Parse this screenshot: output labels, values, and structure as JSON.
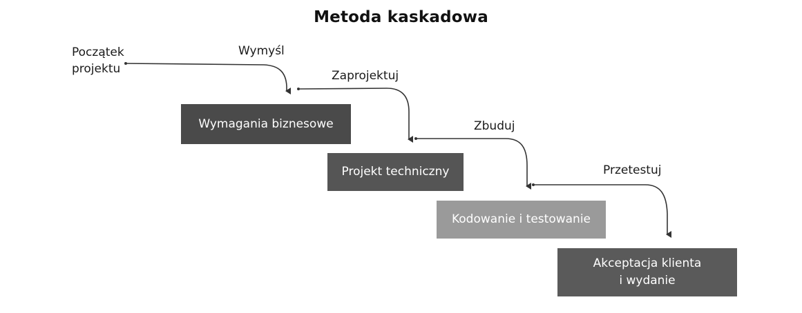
{
  "title": "Metoda kaskadowa",
  "start_label": [
    "Początek",
    "projektu"
  ],
  "phase_labels": {
    "wymysl": "Wymyśl",
    "zaprojektuj": "Zaprojektuj",
    "zbuduj": "Zbuduj",
    "przetestuj": "Przetestuj"
  },
  "stages": [
    {
      "lines": [
        "Wymagania biznesowe"
      ]
    },
    {
      "lines": [
        "Projekt techniczny"
      ]
    },
    {
      "lines": [
        "Kodowanie i testowanie"
      ]
    },
    {
      "lines": [
        "Akceptacja klienta",
        "i wydanie"
      ]
    }
  ],
  "colors": {
    "stage_1": "#4a4a4a",
    "stage_2": "#555555",
    "stage_3": "#9a9a9a",
    "stage_4": "#5a5a5a",
    "arrow": "#333333"
  }
}
